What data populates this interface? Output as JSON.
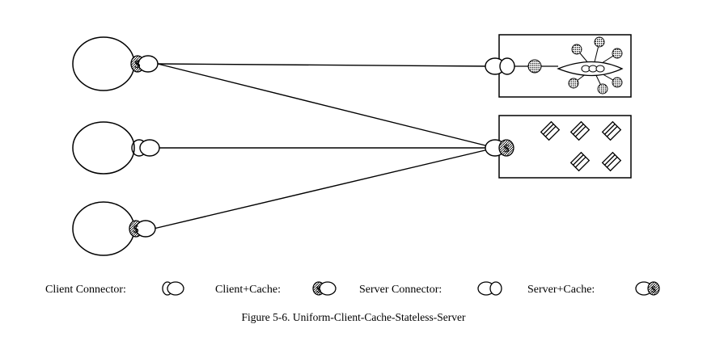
{
  "legend": {
    "client_connector": "Client Connector:",
    "client_cache": "Client+Cache:",
    "server_connector": "Server Connector:",
    "server_cache": "Server+Cache:",
    "cache_glyph": "$"
  },
  "caption": "Figure 5-6. Uniform-Client-Cache-Stateless-Server",
  "diagram": {
    "clients": [
      {
        "connector": "client-cache"
      },
      {
        "connector": "client"
      },
      {
        "connector": "client-cache"
      }
    ],
    "servers": [
      {
        "connector": "server",
        "content": "orb-with-objects"
      },
      {
        "connector": "server-cache",
        "content": "documents"
      }
    ],
    "connections": [
      {
        "from": "client-1",
        "to": "server-1"
      },
      {
        "from": "client-1",
        "to": "server-2"
      },
      {
        "from": "client-2",
        "to": "server-2"
      },
      {
        "from": "client-3",
        "to": "server-2"
      }
    ]
  }
}
